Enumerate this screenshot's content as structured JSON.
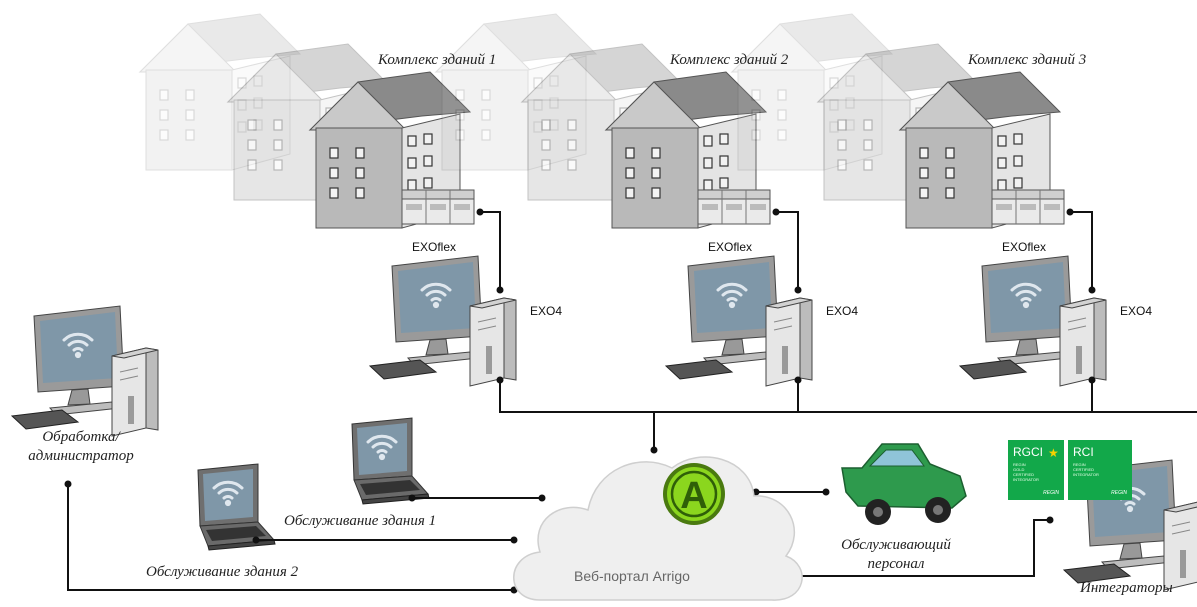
{
  "complexes": [
    {
      "title": "Комплекс зданий 1",
      "controller": "EXOflex",
      "server": "EXO4"
    },
    {
      "title": "Комплекс зданий 2",
      "controller": "EXOflex",
      "server": "EXO4"
    },
    {
      "title": "Комплекс зданий 3",
      "controller": "EXOflex",
      "server": "EXO4"
    }
  ],
  "admin_label": [
    "Обработка/",
    "администратор"
  ],
  "service1_label": "Обслуживание здания 1",
  "service2_label": "Обслуживание здания 2",
  "portal_label": "Веб-портал Arrigo",
  "staff_label": [
    "Обслуживающий",
    "персонал"
  ],
  "integrators_label": "Интеграторы",
  "badges": [
    {
      "code": "RGCI",
      "lines": [
        "REGIN",
        "GOLD",
        "CERTIFIED",
        "INTEGRATOR"
      ],
      "brand": "REGIN",
      "color": "#12a84a"
    },
    {
      "code": "RCI",
      "lines": [
        "REGIN",
        "CERTIFIED",
        "INTEGRATOR"
      ],
      "brand": "REGIN",
      "color": "#12a84a"
    }
  ],
  "logo_letter": "A",
  "colors": {
    "line": "#111111",
    "house_roof": "#8a8a8a",
    "house_wall": "#b9b9b9",
    "screen": "#7f97a8",
    "car": "#2e9a4d",
    "logo": "#8bd61e",
    "cloud": "#eeeeee"
  }
}
